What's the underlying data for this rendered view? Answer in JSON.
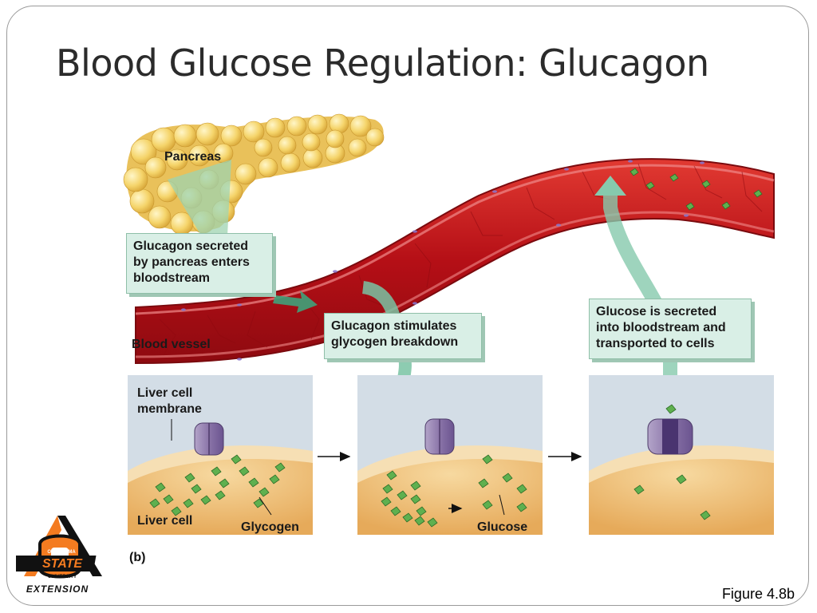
{
  "slide": {
    "title": "Blood Glucose Regulation: Glucagon",
    "figure_ref": "Figure 4.8b",
    "panel_letter": "(b)"
  },
  "diagram": {
    "labels": {
      "pancreas": "Pancreas",
      "blood_vessel": "Blood vessel",
      "liver_cell_membrane_1": "Liver cell",
      "liver_cell_membrane_2": "membrane",
      "liver_cell": "Liver cell",
      "glycogen": "Glycogen",
      "glucose": "Glucose"
    },
    "callouts": {
      "secreted": [
        "Glucagon secreted",
        "by pancreas enters",
        "bloodstream"
      ],
      "stimulates": [
        "Glucagon stimulates",
        "glycogen breakdown"
      ],
      "glucose_secreted": [
        "Glucose is secreted",
        "into bloodstream and",
        "transported to cells"
      ]
    }
  },
  "logo": {
    "line1": "OKLAHOMA",
    "line2": "STATE",
    "line3": "UNIVERSITY",
    "line4": "EXTENSION"
  },
  "colors": {
    "vessel": "#c8141a",
    "liver_cytoplasm": "#f0c27a",
    "panel_bg": "#d3dde6",
    "glucose": "#5fb04f",
    "arrow_green": "#7fc4a6",
    "logo_orange": "#f47b20"
  }
}
